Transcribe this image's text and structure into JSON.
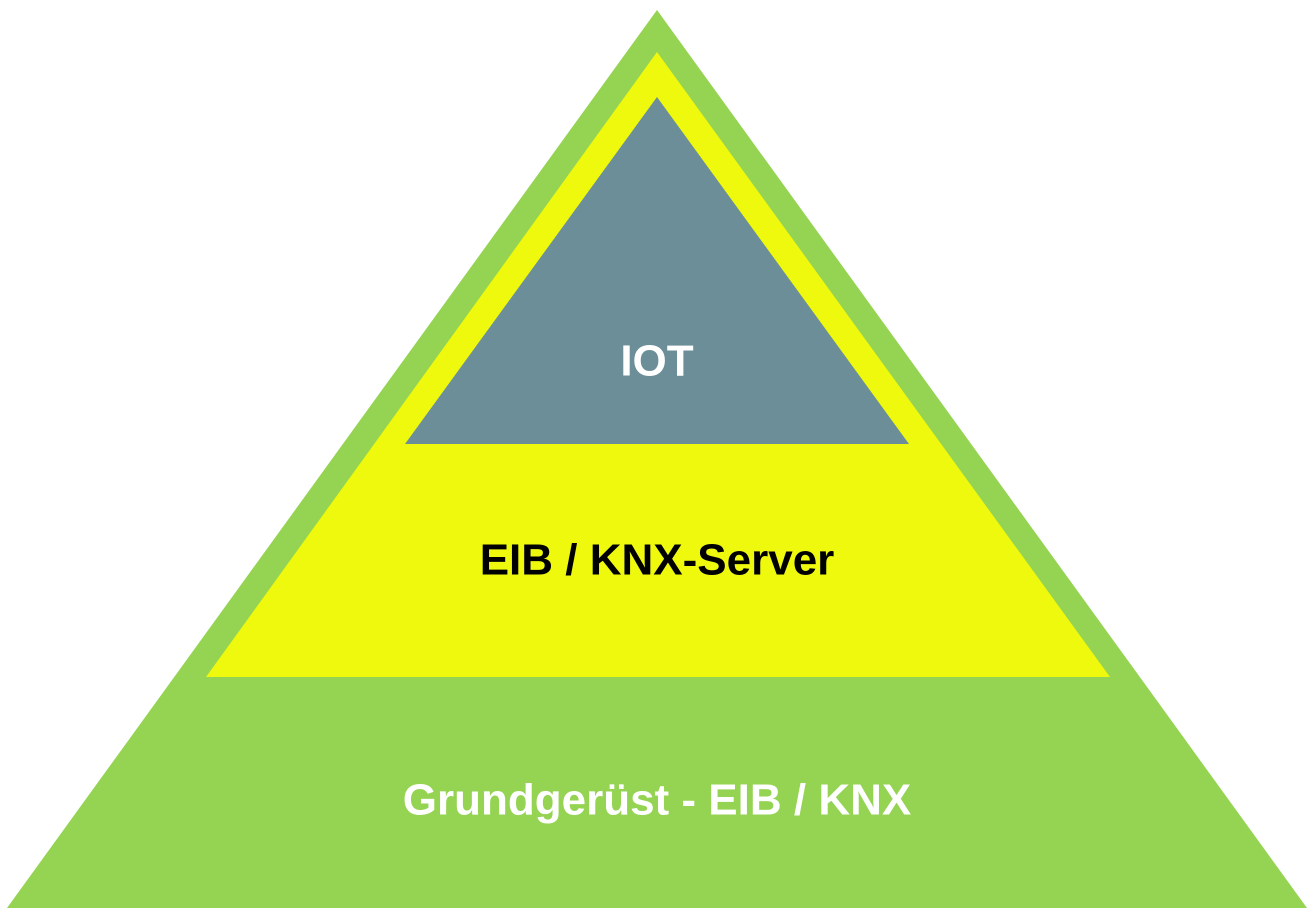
{
  "diagram": {
    "type": "pyramid",
    "layers": [
      {
        "id": "top",
        "label": "IOT",
        "fill": "#6B8E99",
        "text_color": "#FFFFFF"
      },
      {
        "id": "middle",
        "label": "EIB / KNX-Server",
        "fill": "#EEF90E",
        "text_color": "#000000"
      },
      {
        "id": "base",
        "label": "Grundgerüst - EIB / KNX",
        "fill": "#95D353",
        "text_color": "#FFFFFF"
      }
    ],
    "background": "#FFFFFF"
  }
}
